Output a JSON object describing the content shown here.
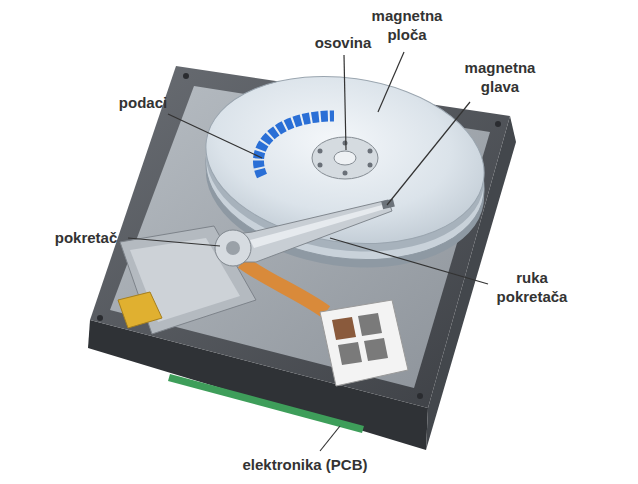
{
  "diagram": {
    "labels": [
      "osovina",
      "magnetna ploča",
      "magnetna glava",
      "podaci",
      "pokretač",
      "ruka pokretača",
      "elektronika (PCB)"
    ]
  }
}
